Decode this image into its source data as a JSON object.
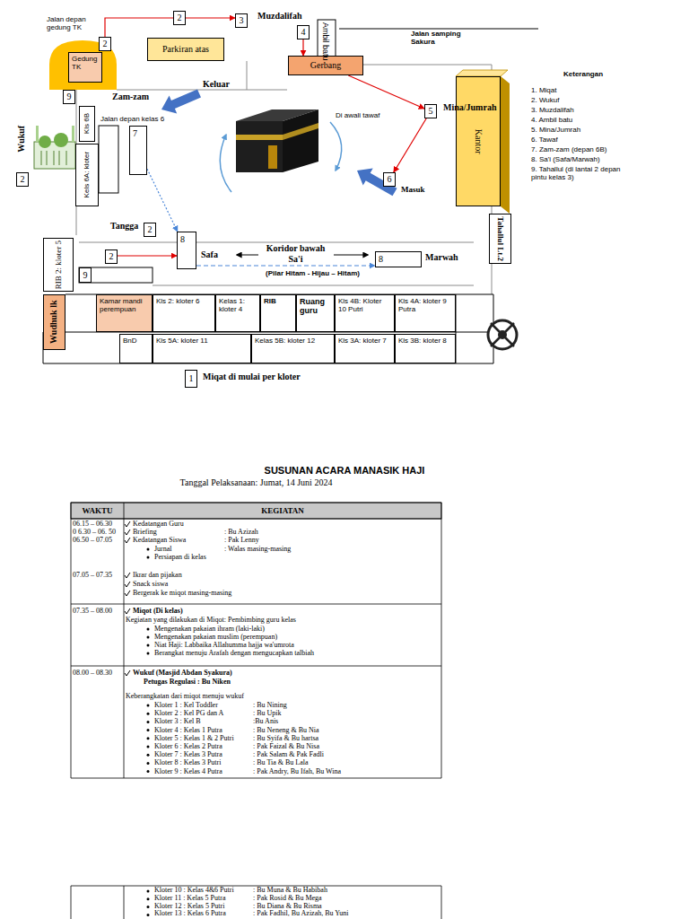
{
  "diagram": {
    "title": "SUSUNAN ACARA MANASIK HAJI",
    "nodes": [
      {
        "text": [
          "2"
        ]
      },
      {
        "text": [
          "2"
        ]
      },
      {
        "text": [
          "3"
        ]
      },
      {
        "text": [
          "4"
        ]
      },
      {
        "text": [
          "Parkiran atas"
        ]
      },
      {
        "text": [
          "Gedung TK"
        ]
      },
      {
        "text": [
          "Gerbang"
        ]
      },
      {
        "text": [
          "9"
        ]
      },
      {
        "text": [
          "Kls 6B"
        ]
      },
      {
        "text": [
          "Kels 6A: kloter"
        ]
      },
      {
        "text": [
          "5"
        ]
      },
      {
        "text": [
          "Kantor"
        ]
      },
      {
        "text": [
          "7"
        ]
      },
      {
        "text": [
          "6"
        ]
      },
      {
        "text": [
          "2"
        ]
      },
      {
        "text": [
          "2"
        ]
      },
      {
        "text": [
          "8"
        ]
      },
      {
        "text": [
          "RIB 2: kloter 5"
        ]
      },
      {
        "text": [
          "2"
        ]
      },
      {
        "text": [
          "8"
        ]
      },
      {
        "text": [
          "Tahallul Lt.2"
        ]
      },
      {
        "text": [
          "9"
        ]
      },
      {
        "text": [
          "Wudhuk lk"
        ]
      },
      {
        "text": [
          "Kamar mandi perempuan"
        ]
      },
      {
        "text": [
          "Kls 2: kloter 6"
        ]
      },
      {
        "text": [
          "Kelas 1: kloter 4"
        ]
      },
      {
        "text": [
          "RIB"
        ]
      },
      {
        "text": [
          "Ruang guru"
        ]
      },
      {
        "text": [
          "Kls 4B: Kloter 10 Putri"
        ]
      },
      {
        "text": [
          "Kls 4A: kloter 9 Putra"
        ]
      },
      {
        "text": [
          "BnD"
        ]
      },
      {
        "text": [
          "Kls 5A: kloter 11"
        ]
      },
      {
        "text": [
          "Kelas 5B: kloter 12"
        ]
      },
      {
        "text": [
          "Kls 3A: kloter 7"
        ]
      },
      {
        "text": [
          "Kls 3B: kloter 8"
        ]
      },
      {
        "text": [
          "1"
        ]
      }
    ],
    "edges": [
      {
        "from": 0,
        "to": 2,
        "arrow": "to"
      },
      {
        "from": 3,
        "to": 6,
        "arrow": "to"
      },
      {
        "from": 6,
        "to": 10,
        "arrow": "to"
      },
      {
        "from": 10,
        "to": 13,
        "arrow": "to"
      },
      {
        "from": 12,
        "to": 16,
        "arrow": "to"
      },
      {
        "from": 16,
        "to": 19,
        "arrow": "to"
      },
      {
        "from": 18,
        "to": 16,
        "arrow": "to"
      }
    ],
    "labels": [
      "Jalan depan gedung TK",
      "Muzdalifah",
      "Ambil batu",
      "Jalan samping Sakura",
      "Zam-zam",
      "Keluar",
      "Jalan depan kelas 6",
      "Di awali tawaf",
      "Mina/Jumrah",
      "Masuk",
      "Wukuf",
      "Tangga",
      "Safa",
      "Koridor bawah Sa'i",
      "(Pilar Hitam - Hijau – Hitam)",
      "Marwah",
      "Miqat di mulai per kloter",
      "Keterangan",
      "1. Miqat",
      "2. Wukuf",
      "3. Muzdalifah",
      "4. Ambil batu",
      "5. Mina/Jumrah",
      "6. Tawaf",
      "7. Zam-zam (depan 6B)",
      "8. Sa'i (Safa/Marwah)",
      "9. Tahallul (di lantai 2 depan pintu kelas 3)",
      "Tanggal Pelaksanaan: Jumat, 14 Juni 2024",
      "WAKTU",
      "KEGIATAN",
      "06.15 – 06.30",
      "0 6.30 – 06. 50",
      "06.50 – 07.05",
      "Kedatangan Guru",
      "Briefing",
      ": Bu Azizah",
      "Kedatangan Siswa",
      ": Pak Lenny",
      "Jurnal",
      ": Walas masing-masing",
      "Persiapan di kelas",
      "07.05 – 07.35",
      "Ikrar dan pijakan",
      "Snack siswa",
      "Bergerak ke miqot masing-masing",
      "07.35 – 08.00",
      "Miqot (Di kelas)",
      "Kegiatan yang dilakukan di Miqot: Pembimbing guru kelas",
      "Mengenakan pakaian ihram (laki-laki)",
      "Mengenakan pakaian muslim (perempuan)",
      "Niat Haji: Labbaika Allahumma hajja wa'umrota",
      "Berangkat menuju Arafah dengan mengucapkan talbiah",
      "08.00 – 08.30",
      "Wukuf (Masjid Abdan Syakura)",
      "Petugas Regulasi : Bu Niken",
      "Keberangkatan dari miqot menuju wukuf",
      "Kloter 1 : Kel Toddler",
      ": Bu Nining",
      "Kloter 2 : Kel PG dan A",
      ": Bu Upik",
      "Kloter 3 : Kel B",
      ":Bu Anis",
      "Kloter 4 : Kelas 1 Putra",
      ": Bu Neneng & Bu Nia",
      "Kloter 5 : Kelas 1 & 2 Putri",
      ": Bu Syifa & Bu hartsa",
      "Kloter 6 : Kelas 2 Putra",
      ": Pak Faizal & Bu Nisa",
      "Kloter 7 : Kelas 3 Putra",
      ": Pak Salam & Pak Fadli",
      "Kloter 8 : Kelas 3 Putri",
      ": Bu Tia & Bu Lala",
      "Kloter 9 : Kelas 4 Putra",
      ": Pak Andry, Bu Ifah, Bu Wina",
      "Kloter 10 : Kelas 4&6 Putri",
      ": Bu Muna & Bu Habibah",
      "Kloter 11 : Kelas 5 Putra",
      ": Pak Rosid & Bu Mega",
      "Kloter 12 : Kelas 5 Putri",
      ": Bu Diana & Bu Risma",
      "Kloter 13 : Kelas 6 Putra",
      ": Pak Fadhil, Bu Azizah, Bu Yuni"
    ]
  }
}
